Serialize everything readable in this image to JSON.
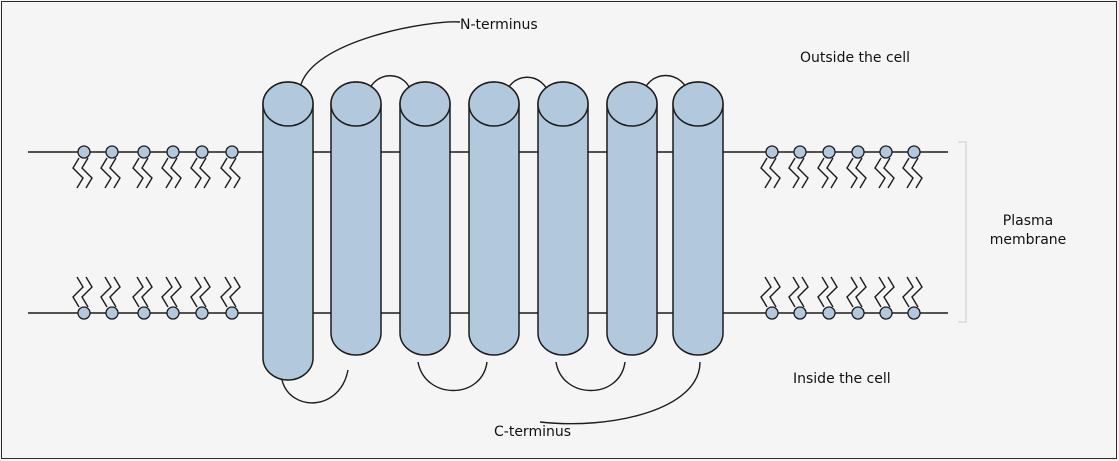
{
  "labels": {
    "n_terminus": "N-terminus",
    "c_terminus": "C-terminus",
    "outside": "Outside the cell",
    "inside": "Inside the cell",
    "membrane": "Plasma\nmembrane",
    "membrane_line1": "Plasma",
    "membrane_line2": "membrane"
  },
  "colors": {
    "helix_fill": "#b2c8dc",
    "helix_stroke": "#1c1c1c",
    "lipid_head": "#b2c8dc",
    "line": "#1c1c1c"
  },
  "helix_count": 7
}
